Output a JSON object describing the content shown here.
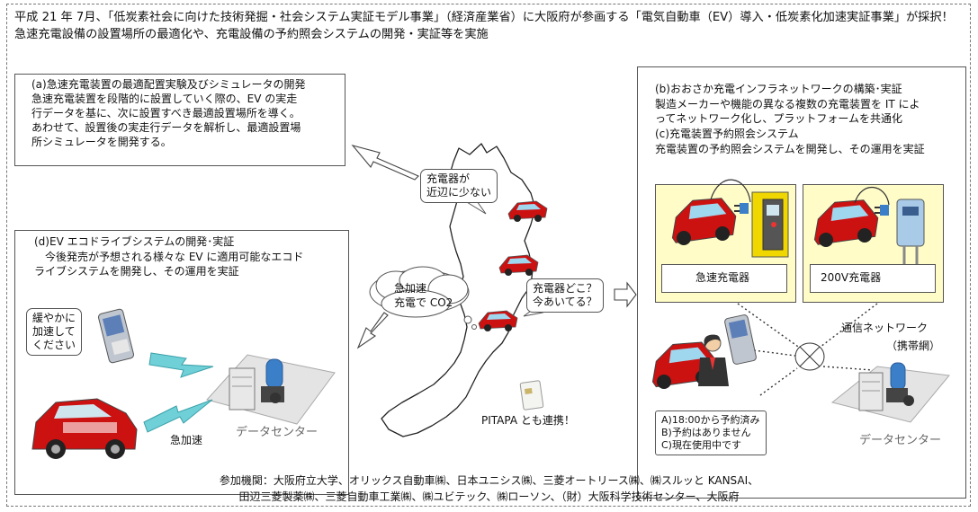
{
  "headline": "平成 21 年 7月、「低炭素社会に向けた技術発掘・社会システム実証モデル事業」（経済産業省）に大阪府が参画する「電気自動車（EV）導入・低炭素化加速実証事業」が採択！　急速充電設備の設置場所の最適化や、充電設備の予約照会システムの開発・実証等を実施",
  "box_a": {
    "title": "(a)急速充電装置の最適配置実験及びシミュレータの開発",
    "body": "急速充電装置を段階的に設置していく際の、EV の実走\n行データを基に、次に設置すべき最適設置場所を導く。\nあわせて、設置後の実走行データを解析し、最適設置場\n所シミュレータを開発する。"
  },
  "box_d": {
    "title": "(d)EV エコドライブシステムの開発･実証",
    "body": "　今後発売が予想される様々な EV に適用可能なエコド\nライブシステムを開発し、その運用を実証"
  },
  "box_bc": {
    "title_b": "(b)おおさか充電インフラネットワークの構築･実証",
    "body_b": "製造メーカーや機能の異なる複数の充電装置を IT によ\nってネットワーク化し、プラットフォームを共通化",
    "title_c": "(c)充電装置予約照会システム",
    "body_c": "充電装置の予約照会システムを開発し、その運用を実証"
  },
  "map_bubbles": {
    "few_chargers": "充電器が\n近辺に少ない",
    "rapid_accel": "急加速\n充電で CO2",
    "where_charger": "充電器どこ？\n今あいてる？"
  },
  "pitapa": "PITAPA とも連携！",
  "ecodrive": {
    "phone_message": "緩やかに\n加速して\nください",
    "rapid_accel_label": "急加速",
    "data_center": "データセンター"
  },
  "charging": {
    "rapid_charger": "急速充電器",
    "charger_200v": "200V充電器",
    "network": "通信ネットワーク",
    "network_sub": "（携帯網）",
    "reservation": "A)18:00から予約済み\nB)予約はありません\nC)現在使用中です",
    "data_center": "データセンター"
  },
  "credits": {
    "line1": "参加機関：大阪府立大学、オリックス自動車㈱、日本ユニシス㈱、三菱オートリース㈱、㈱スルッと KANSAI、",
    "line2": "田辺三菱製薬㈱、三菱自動車工業㈱、㈱ユビテック、㈱ローソン、（財）大阪科学技術センター、大阪府"
  },
  "colors": {
    "panel_yellow": "#fffcc8",
    "car_red": "#cc1111",
    "server_blue": "#3a7fc8",
    "lightning_cyan": "#6fd0d8"
  }
}
